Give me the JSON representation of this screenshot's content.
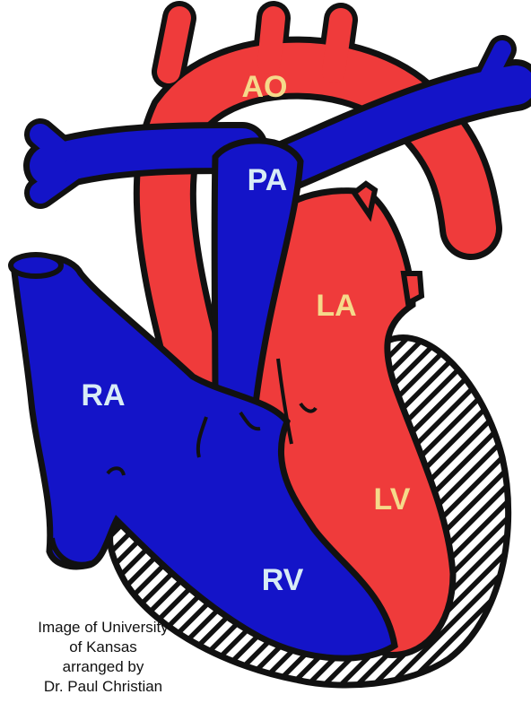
{
  "labels": {
    "ao": "AO",
    "pa": "PA",
    "la": "LA",
    "ra": "RA",
    "lv": "LV",
    "rv": "RV"
  },
  "credit": {
    "line1": "Image of University",
    "line2": "of Kansas",
    "line3": "arranged by",
    "line4": "Dr. Paul Christian"
  },
  "colors": {
    "oxygenated_red": "#ef3b3b",
    "deoxygenated_blue": "#1414c8",
    "label_blue_chambers": "#d8ecf6",
    "label_red_chambers": "#f5d98a",
    "outline": "#111111"
  }
}
